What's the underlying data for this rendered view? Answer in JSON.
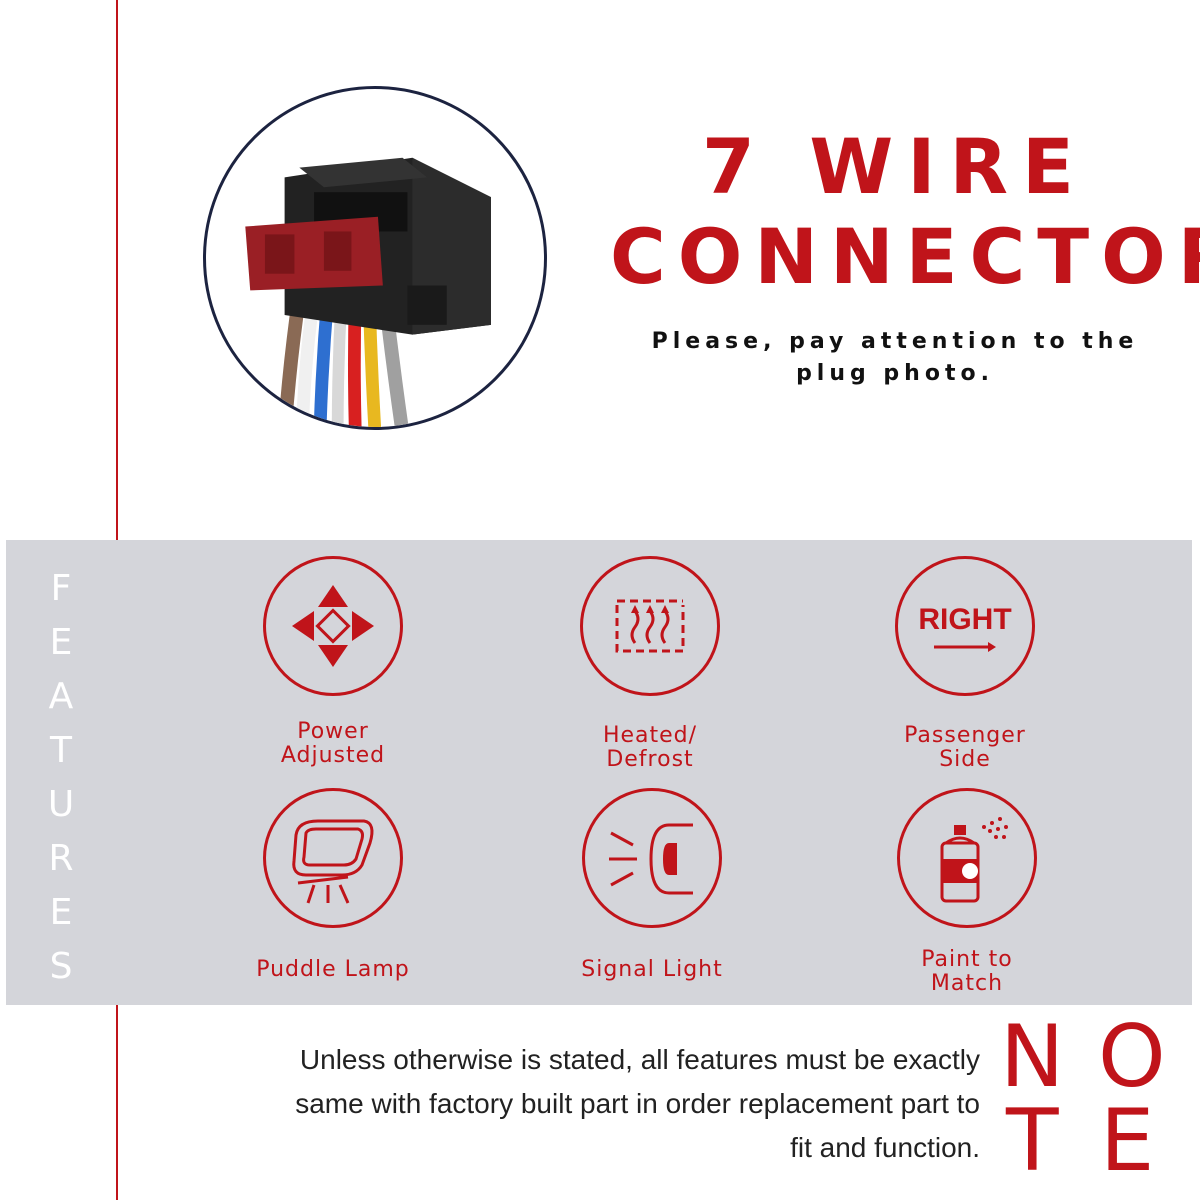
{
  "title": {
    "line1": "7 WIRE",
    "line2": "CONNECTOR",
    "subtitle_line1": "Please, pay attention to the",
    "subtitle_line2": "plug photo."
  },
  "features": {
    "heading_letters": [
      "F",
      "E",
      "A",
      "T",
      "U",
      "R",
      "E",
      "S"
    ],
    "items": [
      {
        "label_line1": "Power",
        "label_line2": "Adjusted",
        "icon": "arrows-icon"
      },
      {
        "label_line1": "Heated/",
        "label_line2": "Defrost",
        "icon": "defrost-icon"
      },
      {
        "label_line1": "Passenger",
        "label_line2": "Side",
        "icon": "right-arrow-icon",
        "icon_text": "RIGHT"
      },
      {
        "label_line1": "Puddle Lamp",
        "label_line2": "",
        "icon": "mirror-lamp-icon"
      },
      {
        "label_line1": "Signal Light",
        "label_line2": "",
        "icon": "signal-light-icon"
      },
      {
        "label_line1": "Paint to",
        "label_line2": "Match",
        "icon": "spray-can-icon"
      }
    ]
  },
  "note": {
    "text_line1": "Unless otherwise is stated, all features must be exactly",
    "text_line2": "same with factory built part in order replacement part to",
    "text_line3": "fit and function.",
    "letters": [
      "N",
      "O",
      "T",
      "E"
    ]
  },
  "colors": {
    "accent": "#c0141a",
    "band": "#d4d5da",
    "circle_border": "#1c2340"
  }
}
